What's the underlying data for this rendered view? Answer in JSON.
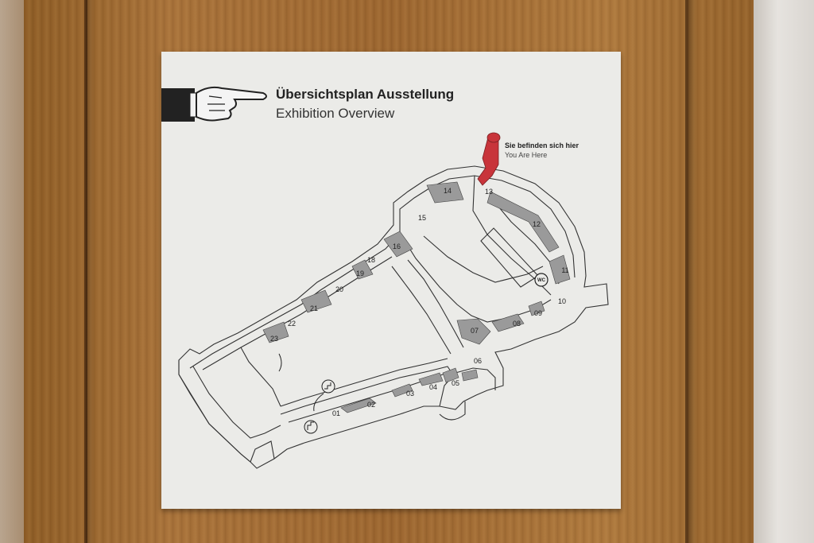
{
  "sign": {
    "title_de": "Übersichtsplan Ausstellung",
    "title_en": "Exhibition Overview",
    "you_are_here_de": "Sie befinden sich hier",
    "you_are_here_en": "You Are Here",
    "wc_label": "WC",
    "rooms": [
      "01",
      "02",
      "03",
      "04",
      "05",
      "06",
      "07",
      "08",
      "09",
      "10",
      "11",
      "12",
      "13",
      "14",
      "15",
      "16",
      "18",
      "19",
      "20",
      "21",
      "22",
      "23"
    ]
  },
  "colors": {
    "sign_background": "#ebebe8",
    "exhibit_room": "#9a9a9a",
    "marker_red": "#c8343a",
    "door_wood": "#9c6630"
  },
  "icons": {
    "pointing_hand": "pointing-hand-icon",
    "location_marker": "you-are-here-marker-icon",
    "stairs": "stairs-icon",
    "wc": "wc-icon"
  }
}
